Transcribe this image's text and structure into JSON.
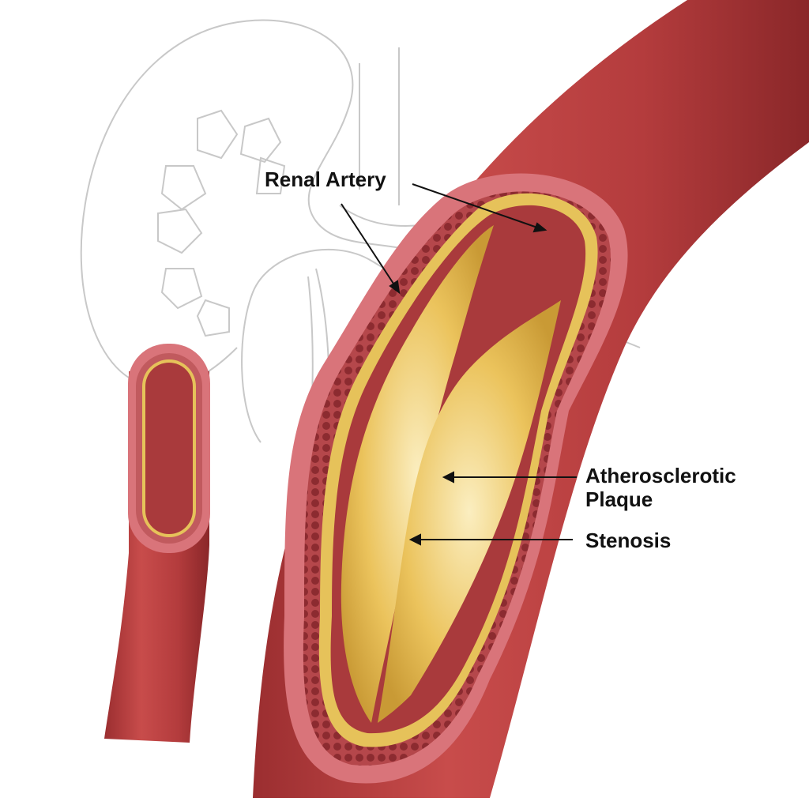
{
  "labels": {
    "renal_artery": "Renal Artery",
    "plaque_line1": "Atherosclerotic",
    "plaque_line2": "Plaque",
    "stenosis": "Stenosis"
  },
  "colors": {
    "vessel": "#b8403f",
    "vessel_dark": "#8e2a2c",
    "wall": "#d9747a",
    "lumen": "#a93a3c",
    "plaque": "#e8c35a",
    "outline": "#c8c8c8"
  }
}
